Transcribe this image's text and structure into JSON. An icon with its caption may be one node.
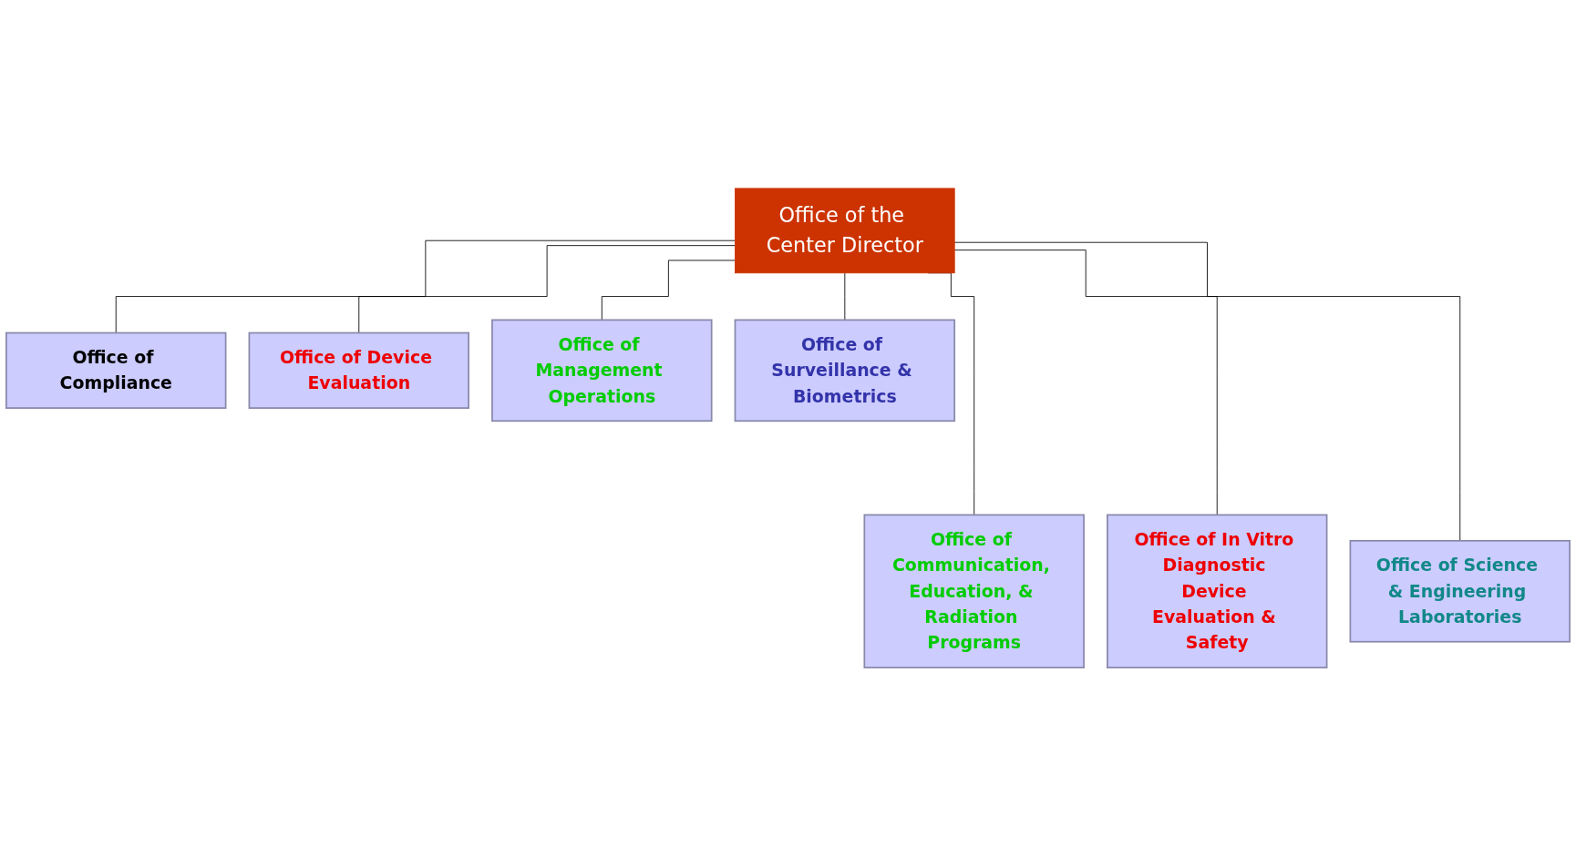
{
  "diagram": {
    "nodes": [
      {
        "text": [
          "Office of the Center Director"
        ]
      },
      {
        "text": [
          "Office of Compliance"
        ]
      },
      {
        "text": [
          "Office of Device Evaluation"
        ]
      },
      {
        "text": [
          "Office of Management Operations"
        ]
      },
      {
        "text": [
          "Office of Surveillance & Biometrics"
        ]
      },
      {
        "text": [
          "Office of Communication, Education, & Radiation Programs"
        ]
      },
      {
        "text": [
          "Office of In Vitro Diagnostic Device Evaluation & Safety"
        ]
      },
      {
        "text": [
          "Office of Science & Engineering Laboratories"
        ]
      }
    ],
    "edges": [
      {
        "from": 0,
        "to": 1,
        "arrow": "none"
      },
      {
        "from": 0,
        "to": 5,
        "arrow": "none"
      },
      {
        "from": 0,
        "to": 2,
        "arrow": "none"
      },
      {
        "from": 0,
        "to": 6,
        "arrow": "none"
      },
      {
        "from": 0,
        "to": 3,
        "arrow": "none"
      },
      {
        "from": 0,
        "to": 7,
        "arrow": "none"
      },
      {
        "from": 0,
        "to": 4,
        "arrow": "none"
      }
    ]
  }
}
